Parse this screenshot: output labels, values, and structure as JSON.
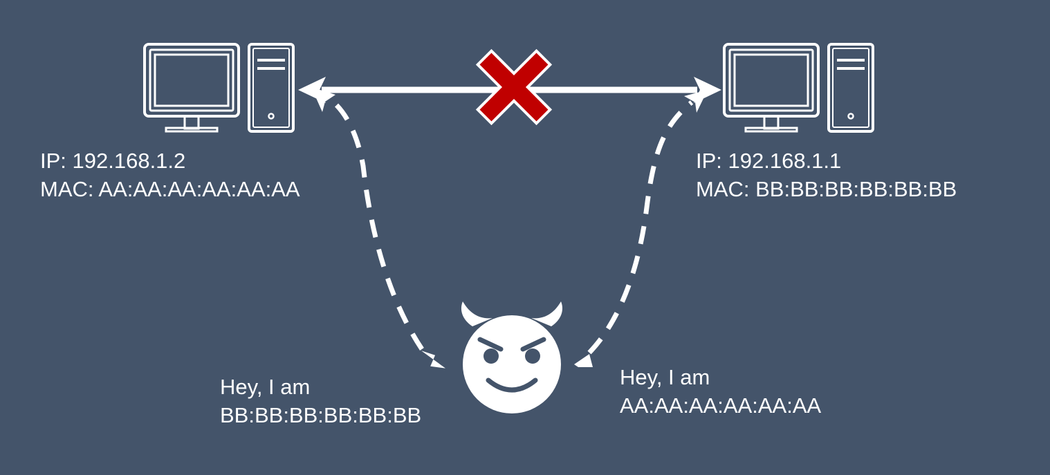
{
  "colors": {
    "background": "#44546a",
    "foreground": "#ffffff",
    "blocked_marker": "#c00000"
  },
  "hosts": [
    {
      "id": "host-left",
      "icon": "computer-icon",
      "ip_label": "IP: 192.168.1.2",
      "mac_label": "MAC: AA:AA:AA:AA:AA:AA"
    },
    {
      "id": "host-right",
      "icon": "computer-icon",
      "ip_label": "IP: 192.168.1.1",
      "mac_label": "MAC: BB:BB:BB:BB:BB:BB"
    }
  ],
  "direct_link": {
    "icon": "red-x-icon",
    "state": "blocked"
  },
  "attacker": {
    "icon": "devil-face-icon",
    "message_to_left": {
      "line1": "Hey, I am",
      "line2": "BB:BB:BB:BB:BB:BB"
    },
    "message_to_right": {
      "line1": "Hey, I am",
      "line2": "AA:AA:AA:AA:AA:AA"
    }
  }
}
